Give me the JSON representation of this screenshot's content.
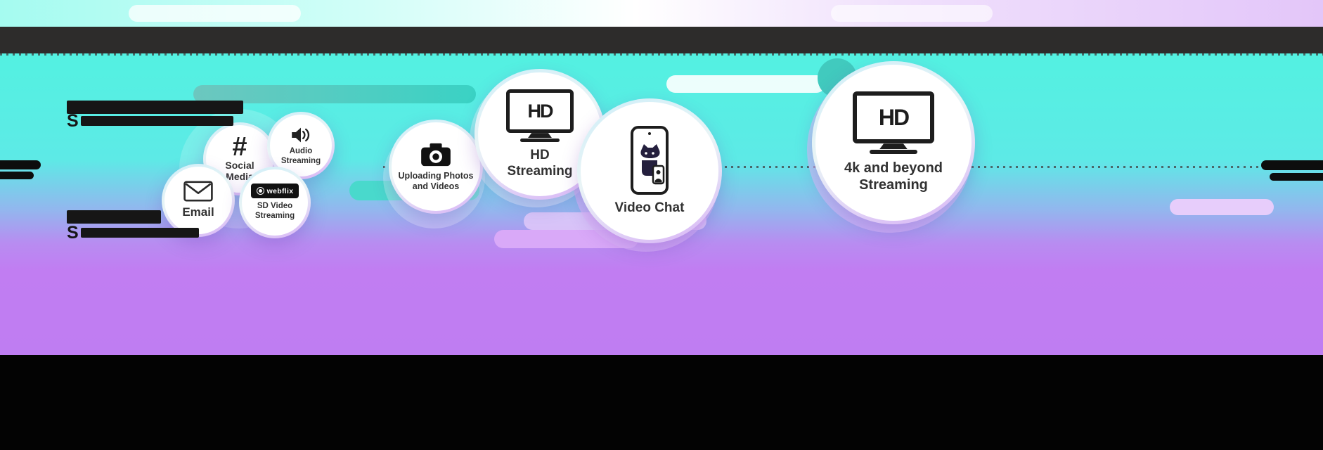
{
  "redacted": {
    "s1": "S",
    "s2": "S"
  },
  "bubbles": {
    "email": {
      "label": "Email",
      "icon": "envelope-icon"
    },
    "social": {
      "label": "Social Media",
      "icon": "hashtag-icon",
      "hash_glyph": "#"
    },
    "audio": {
      "label": "Audio Streaming",
      "icon": "speaker-icon"
    },
    "sd": {
      "label": "SD Video Streaming",
      "icon": "webflix-logo",
      "brand": "webflix"
    },
    "upload": {
      "label": "Uploading Photos and Videos",
      "icon": "camera-icon"
    },
    "hd": {
      "label": "HD Streaming",
      "icon": "tv-hd-icon",
      "screen_text": "HD"
    },
    "chat": {
      "label": "Video Chat",
      "icon": "smartphone-video-chat-icon"
    },
    "uhd": {
      "label": "4k and beyond Streaming",
      "icon": "tv-hd-icon",
      "screen_text": "HD"
    }
  },
  "colors": {
    "cyan_top": "#53f1e1",
    "purple_bottom": "#bf7df2",
    "header_bar": "#2d2c2b",
    "footer": "#030303",
    "teal_pill": "#3ad2c4",
    "purple_pill": "#d9a9f8",
    "bubble_rim_blue": "#cfeef8",
    "bubble_rim_purple": "#d8b2f6"
  }
}
